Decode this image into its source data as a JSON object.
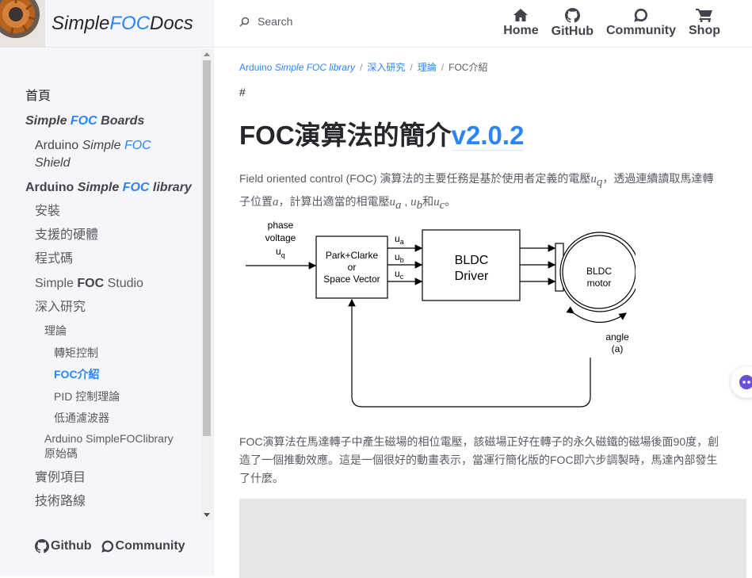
{
  "brand": {
    "title_pre": "Simple",
    "title_hl": "FOC",
    "title_post": "Docs"
  },
  "search": {
    "placeholder": "Search"
  },
  "top_nav": [
    {
      "label": "Home",
      "icon": "home-icon"
    },
    {
      "label": "GitHub",
      "icon": "github-icon"
    },
    {
      "label": "Community",
      "icon": "discourse-icon"
    },
    {
      "label": "Shop",
      "icon": "cart-icon"
    }
  ],
  "sidebar": {
    "home": "首頁",
    "boards": {
      "pre": "Simple ",
      "hl": "FOC",
      "post": " Boards"
    },
    "shield_line1": {
      "pre": "Arduino ",
      "it": "Simple ",
      "hl": "FOC"
    },
    "shield_line2": "Shield",
    "library": {
      "pre": "Arduino ",
      "it": "Simple ",
      "hl": "FOC",
      "post": " library"
    },
    "install": "安裝",
    "hardware": "支援的硬體",
    "code": "程式碼",
    "studio": {
      "pre": "Simple ",
      "b": "FOC",
      "post": " Studio"
    },
    "deep": "深入研究",
    "theory": "理論",
    "torque": "轉矩控制",
    "foc_intro": "FOC介紹",
    "pid": "PID 控制理論",
    "lowpass": "低通濾波器",
    "source_line1": "Arduino SimpleFOClibrary",
    "source_line2": "原始碼",
    "examples": "實例項目",
    "roadmap": "技術路線",
    "footer_github": "Github",
    "footer_community": "Community"
  },
  "breadcrumb": {
    "library": {
      "pre": "Arduino ",
      "it": "Simple FOC library"
    },
    "deep": "深入研究",
    "theory": "理論",
    "current": "FOC介紹",
    "separator": "/"
  },
  "page": {
    "anchor": "#",
    "title": "FOC演算法的簡介",
    "version": "v2.0.2",
    "para1": {
      "t1": "Field oriented control (FOC) 演算法的主要任務是基於使用者定義的電壓",
      "u": "u",
      "q": "q",
      "t2": "，透過連續讀取馬達轉子位置",
      "a": "a",
      "t3": "，計算出適當的相電壓",
      "ua": "a",
      "ub": "b",
      "t4": "和",
      "uc": "c",
      "t5": "。",
      "comma": " ,"
    },
    "para2": "FOC演算法在馬達轉子中產生磁場的相位電壓，該磁場正好在轉子的永久磁鐵的磁場後面90度，創造了一個推動效應。這是一個很好的動畫表示，當運行簡化版的FOC即六步調製時，馬達內部發生了什麼。"
  },
  "diagram": {
    "phase_voltage_1": "phase",
    "phase_voltage_2": "voltage",
    "uq": "u",
    "uq_sub": "q",
    "block1_l1": "Park+Clarke",
    "block1_l2": "or",
    "block1_l3": "Space Vector",
    "ua": "u",
    "ua_sub": "a",
    "ub": "u",
    "ub_sub": "b",
    "uc": "u",
    "uc_sub": "c",
    "driver_l1": "BLDC",
    "driver_l2": "Driver",
    "motor_l1": "BLDC",
    "motor_l2": "motor",
    "angle_l1": "angle",
    "angle_l2": "(a)"
  },
  "colors": {
    "accent": "#2c84fa",
    "text_dark": "#27262b",
    "text": "#5c5962",
    "sidebar_bg": "#f5f6fa"
  }
}
